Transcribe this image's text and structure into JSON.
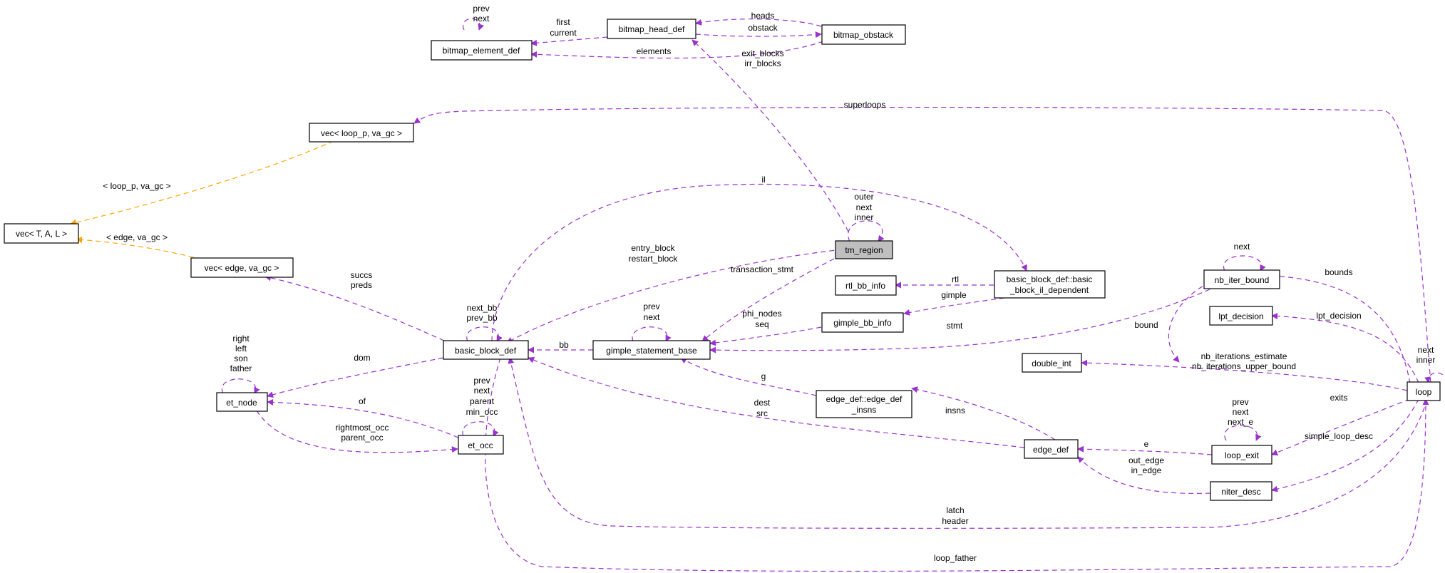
{
  "diagram": {
    "colors": {
      "relation": "#9a32cd",
      "template": "#ffa500",
      "highlight": "#bfbfbf"
    },
    "nodes": {
      "bitmap_element_def": "bitmap_element_def",
      "bitmap_head_def": "bitmap_head_def",
      "bitmap_obstack": "bitmap_obstack",
      "vec_loop_p": "vec< loop_p, va_gc >",
      "vec_T_A_L": "vec< T, A, L >",
      "vec_edge": "vec< edge, va_gc >",
      "tm_region": "tm_region",
      "rtl_bb_info": "rtl_bb_info",
      "bb_il_dependent_1": "basic_block_def::basic",
      "bb_il_dependent_2": "_block_il_dependent",
      "gimple_bb_info": "gimple_bb_info",
      "basic_block_def": "basic_block_def",
      "gimple_statement_base": "gimple_statement_base",
      "et_node": "et_node",
      "et_occ": "et_occ",
      "edge_def_insns_1": "edge_def::edge_def",
      "edge_def_insns_2": "_insns",
      "edge_def": "edge_def",
      "nb_iter_bound": "nb_iter_bound",
      "lpt_decision": "lpt_decision",
      "double_int": "double_int",
      "loop": "loop",
      "loop_exit": "loop_exit",
      "niter_desc": "niter_desc"
    },
    "labels": {
      "bitmap_element_self": [
        "prev",
        "next"
      ],
      "first_current": [
        "first",
        "current"
      ],
      "heads_obstack": [
        "heads",
        "obstack"
      ],
      "elements": [
        "elements"
      ],
      "exit_irr": [
        "exit_blocks",
        "irr_blocks"
      ],
      "superloops": [
        "superloops"
      ],
      "loop_p_tmpl": [
        "< loop_p, va_gc >"
      ],
      "edge_tmpl": [
        "< edge, va_gc >"
      ],
      "il": [
        "il"
      ],
      "tm_self": [
        "outer",
        "next",
        "inner"
      ],
      "entry_restart": [
        "entry_block",
        "restart_block"
      ],
      "transaction_stmt": [
        "transaction_stmt"
      ],
      "succs_preds": [
        "succs",
        "preds"
      ],
      "bb_self": [
        "next_bb",
        "prev_bb"
      ],
      "gsb_self": [
        "prev",
        "next"
      ],
      "rtl": [
        "rtl"
      ],
      "gimple": [
        "gimple"
      ],
      "phi_seq": [
        "phi_nodes",
        "seq"
      ],
      "stmt": [
        "stmt"
      ],
      "bb": [
        "bb"
      ],
      "et_self": [
        "right",
        "left",
        "son",
        "father"
      ],
      "dom": [
        "dom"
      ],
      "of": [
        "of"
      ],
      "rightmost_parent": [
        "rightmost_occ",
        "parent_occ"
      ],
      "et_occ_self": [
        "prev",
        "next",
        "parent",
        "min_occ"
      ],
      "g": [
        "g"
      ],
      "dest_src": [
        "dest",
        "src"
      ],
      "insns": [
        "insns"
      ],
      "e": [
        "e"
      ],
      "out_in_edge": [
        "out_edge",
        "in_edge"
      ],
      "nb_next": [
        "next"
      ],
      "bounds": [
        "bounds"
      ],
      "bound": [
        "bound"
      ],
      "lpt_decision": [
        "lpt_decision"
      ],
      "nb_estimate": [
        "nb_iterations_estimate",
        "nb_iterations_upper_bound"
      ],
      "loop_self": [
        "next",
        "inner"
      ],
      "exits": [
        "exits"
      ],
      "exit_self": [
        "prev",
        "next",
        "next_e"
      ],
      "simple_loop_desc": [
        "simple_loop_desc"
      ],
      "latch_header": [
        "latch",
        "header"
      ],
      "loop_father": [
        "loop_father"
      ]
    }
  }
}
